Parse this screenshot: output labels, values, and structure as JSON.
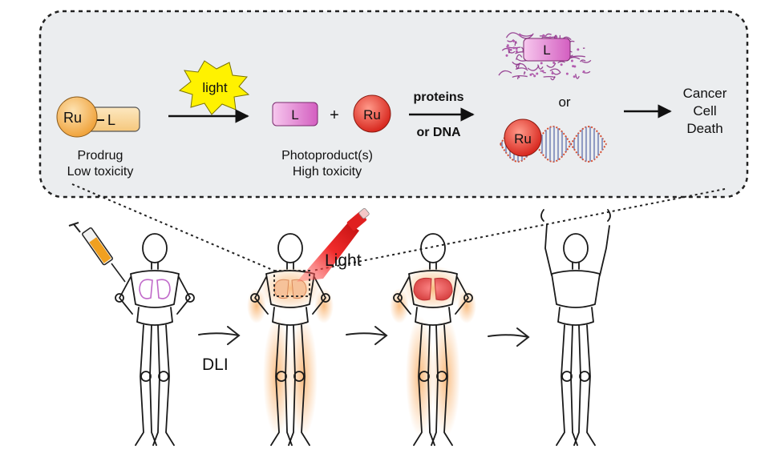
{
  "panel": {
    "prodrug_ru": "Ru",
    "prodrug_l": "L",
    "prodrug_label1": "Prodrug",
    "prodrug_label2": "Low toxicity",
    "light_burst": "light",
    "photoproduct_l": "L",
    "plus_sign": "+",
    "photoproduct_ru": "Ru",
    "photoproduct_label1": "Photoproduct(s)",
    "photoproduct_label2": "High toxicity",
    "arrow2_label1": "proteins",
    "arrow2_label2": "or DNA",
    "protein_l": "L",
    "or_label": "or",
    "dna_ru": "Ru",
    "result_label1": "Cancer",
    "result_label2": "Cell",
    "result_label3": "Death"
  },
  "sequence": {
    "dli_label": "DLI",
    "light_label": "Light"
  },
  "colors": {
    "panel_bg": "#ebedef",
    "ru_orange": "#f4b24f",
    "ligand_orange": "#fbd89a",
    "ligand_pink": "#ec9ad6",
    "ru_red": "#e8382b",
    "burst_yellow": "#fff200",
    "protein_purple": "#8b2a86",
    "lungs_purple": "#c069c9",
    "lungs_red": "#e05a5a",
    "skin_orange": "#f6b772"
  }
}
